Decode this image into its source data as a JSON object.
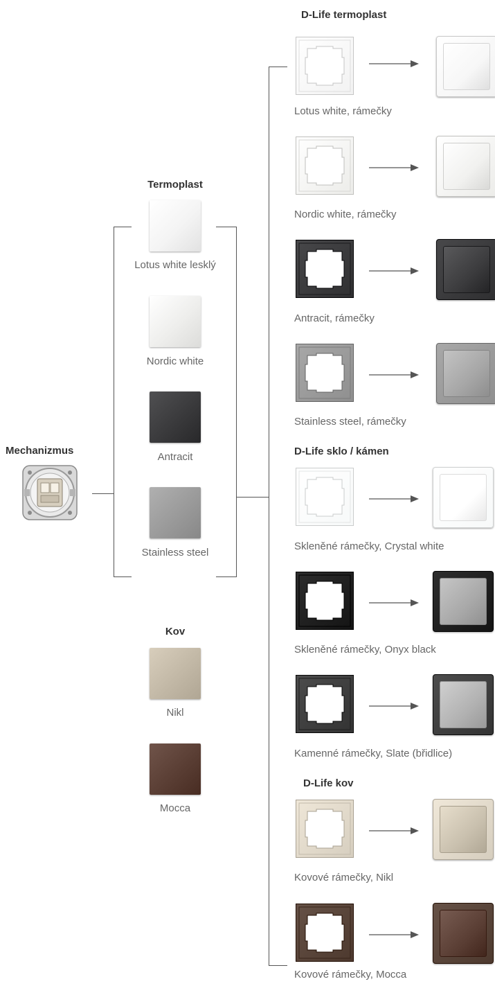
{
  "colors": {
    "connector": "#555555",
    "heading_text": "#333333",
    "caption_text": "#666666"
  },
  "mechanism": {
    "title": "Mechanizmus",
    "icon": "switch-mechanism-icon"
  },
  "covers": {
    "termoplast_title": "Termoplast",
    "kov_title": "Kov",
    "items": [
      {
        "label": "Lotus white lesklý",
        "color": "#f4f4f4"
      },
      {
        "label": "Nordic white",
        "color": "#eeeeec"
      },
      {
        "label": "Antracit",
        "color": "#3a3a3c"
      },
      {
        "label": "Stainless steel",
        "color": "#9a9a9a"
      },
      {
        "label": "Nikl",
        "color": "#c2b8a6"
      },
      {
        "label": "Mocca",
        "color": "#5a3e34"
      }
    ]
  },
  "frames": {
    "groups": [
      {
        "title": "D-Life termoplast"
      },
      {
        "title": "D-Life sklo / kámen"
      },
      {
        "title": "D-Life kov"
      }
    ],
    "items": [
      {
        "label": "Lotus white, rámečky",
        "frame_color": "#f2f2f2",
        "switch_color": "#f7f7f7"
      },
      {
        "label": "Nordic white, rámečky",
        "frame_color": "#ecece9",
        "switch_color": "#f1f1ef"
      },
      {
        "label": "Antracit, rámečky",
        "frame_color": "#2f2f31",
        "switch_color": "#3c3c3e"
      },
      {
        "label": "Stainless steel, rámečky",
        "frame_color": "#8f8f8f",
        "switch_color": "#a6a6a6"
      },
      {
        "label": "Skleněné rámečky, Crystal white",
        "frame_color": "#f7f9f9",
        "switch_color": "#ffffff"
      },
      {
        "label": "Skleněné rámečky, Onyx black",
        "frame_color": "#141414",
        "switch_color": "#a8a8a8"
      },
      {
        "label": "Kamenné rámečky, Slate (břidlice)",
        "frame_color": "#333333",
        "switch_color": "#b2b2b2"
      },
      {
        "label": "Kovové rámečky, Nikl",
        "frame_color": "#d6cebf",
        "switch_color": "#c9c0ae"
      },
      {
        "label": "Kovové rámečky, Mocca",
        "frame_color": "#4d392e",
        "switch_color": "#5a3e34"
      }
    ]
  }
}
